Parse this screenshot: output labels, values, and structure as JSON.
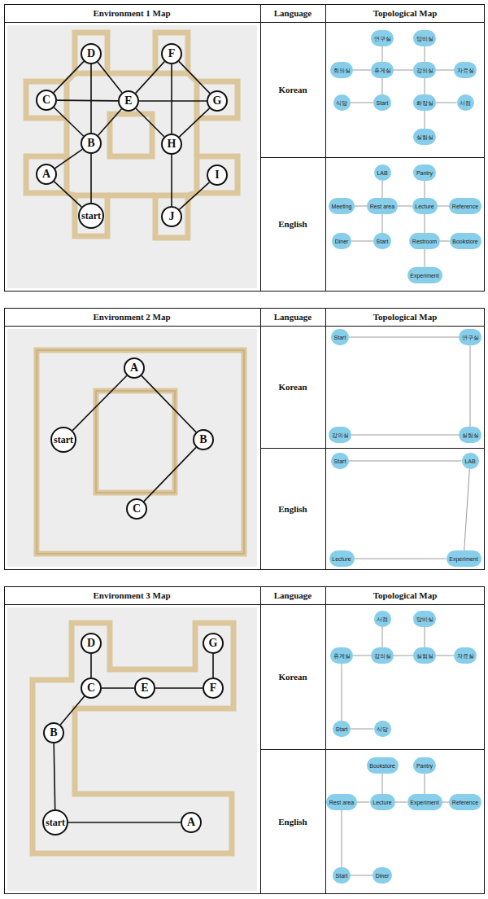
{
  "diagram": {
    "nodes": [
      {
        "text": [
          "D"
        ]
      },
      {
        "text": [
          "F"
        ]
      },
      {
        "text": [
          "C"
        ]
      },
      {
        "text": [
          "E"
        ]
      },
      {
        "text": [
          "G"
        ]
      },
      {
        "text": [
          "B"
        ]
      },
      {
        "text": [
          "H"
        ]
      },
      {
        "text": [
          "A"
        ]
      },
      {
        "text": [
          "I"
        ]
      },
      {
        "text": [
          "start"
        ]
      },
      {
        "text": [
          "J"
        ]
      },
      {
        "text": [
          "연구실"
        ]
      },
      {
        "text": [
          "탕비실"
        ]
      },
      {
        "text": [
          "회의실"
        ]
      },
      {
        "text": [
          "휴게실"
        ]
      },
      {
        "text": [
          "강의실"
        ]
      },
      {
        "text": [
          "자료실"
        ]
      },
      {
        "text": [
          "식당"
        ]
      },
      {
        "text": [
          "Start"
        ]
      },
      {
        "text": [
          "화장실"
        ]
      },
      {
        "text": [
          "서점"
        ]
      },
      {
        "text": [
          "실험실"
        ]
      },
      {
        "text": [
          "LAB"
        ]
      },
      {
        "text": [
          "Pantry"
        ]
      },
      {
        "text": [
          "Meeting"
        ]
      },
      {
        "text": [
          "Rest area"
        ]
      },
      {
        "text": [
          "Lecture"
        ]
      },
      {
        "text": [
          "Reference"
        ]
      },
      {
        "text": [
          "Diner"
        ]
      },
      {
        "text": [
          "Start"
        ]
      },
      {
        "text": [
          "Restroom"
        ]
      },
      {
        "text": [
          "Bookstore"
        ]
      },
      {
        "text": [
          "Experiment"
        ]
      },
      {
        "text": [
          "A"
        ]
      },
      {
        "text": [
          "start"
        ]
      },
      {
        "text": [
          "B"
        ]
      },
      {
        "text": [
          "C"
        ]
      },
      {
        "text": [
          "Start"
        ]
      },
      {
        "text": [
          "연구실"
        ]
      },
      {
        "text": [
          "강의실"
        ]
      },
      {
        "text": [
          "실험실"
        ]
      },
      {
        "text": [
          "Start"
        ]
      },
      {
        "text": [
          "LAB"
        ]
      },
      {
        "text": [
          "Lecture"
        ]
      },
      {
        "text": [
          "Experiment"
        ]
      },
      {
        "text": [
          "D"
        ]
      },
      {
        "text": [
          "G"
        ]
      },
      {
        "text": [
          "C"
        ]
      },
      {
        "text": [
          "E"
        ]
      },
      {
        "text": [
          "F"
        ]
      },
      {
        "text": [
          "B"
        ]
      },
      {
        "text": [
          "start"
        ]
      },
      {
        "text": [
          "A"
        ]
      },
      {
        "text": [
          "서점"
        ]
      },
      {
        "text": [
          "탕비실"
        ]
      },
      {
        "text": [
          "휴게실"
        ]
      },
      {
        "text": [
          "강의실"
        ]
      },
      {
        "text": [
          "실험실"
        ]
      },
      {
        "text": [
          "자료실"
        ]
      },
      {
        "text": [
          "Start"
        ]
      },
      {
        "text": [
          "식당"
        ]
      },
      {
        "text": [
          "Bookstore"
        ]
      },
      {
        "text": [
          "Pantry"
        ]
      },
      {
        "text": [
          "Rest area"
        ]
      },
      {
        "text": [
          "Lecture"
        ]
      },
      {
        "text": [
          "Experiment"
        ]
      },
      {
        "text": [
          "Reference"
        ]
      },
      {
        "text": [
          "Start"
        ]
      },
      {
        "text": [
          "Diner"
        ]
      }
    ],
    "edges": [
      {
        "from": 0,
        "to": 2,
        "arrow": "none"
      },
      {
        "from": 0,
        "to": 3,
        "arrow": "none"
      },
      {
        "from": 0,
        "to": 5,
        "arrow": "none"
      },
      {
        "from": 2,
        "to": 3,
        "arrow": "none"
      },
      {
        "from": 3,
        "to": 4,
        "arrow": "none"
      },
      {
        "from": 2,
        "to": 5,
        "arrow": "none"
      },
      {
        "from": 5,
        "to": 3,
        "arrow": "none"
      },
      {
        "from": 1,
        "to": 3,
        "arrow": "none"
      },
      {
        "from": 1,
        "to": 4,
        "arrow": "none"
      },
      {
        "from": 1,
        "to": 6,
        "arrow": "none"
      },
      {
        "from": 4,
        "to": 6,
        "arrow": "none"
      },
      {
        "from": 3,
        "to": 6,
        "arrow": "none"
      },
      {
        "from": 6,
        "to": 10,
        "arrow": "none"
      },
      {
        "from": 8,
        "to": 10,
        "arrow": "none"
      },
      {
        "from": 7,
        "to": 5,
        "arrow": "none"
      },
      {
        "from": 7,
        "to": 9,
        "arrow": "none"
      },
      {
        "from": 5,
        "to": 9,
        "arrow": "none"
      },
      {
        "from": 11,
        "to": 14,
        "arrow": "none"
      },
      {
        "from": 12,
        "to": 15,
        "arrow": "none"
      },
      {
        "from": 13,
        "to": 14,
        "arrow": "none"
      },
      {
        "from": 14,
        "to": 15,
        "arrow": "none"
      },
      {
        "from": 15,
        "to": 16,
        "arrow": "none"
      },
      {
        "from": 17,
        "to": 18,
        "arrow": "none"
      },
      {
        "from": 18,
        "to": 14,
        "arrow": "none"
      },
      {
        "from": 15,
        "to": 19,
        "arrow": "none"
      },
      {
        "from": 19,
        "to": 20,
        "arrow": "none"
      },
      {
        "from": 19,
        "to": 21,
        "arrow": "none"
      },
      {
        "from": 22,
        "to": 25,
        "arrow": "none"
      },
      {
        "from": 23,
        "to": 26,
        "arrow": "none"
      },
      {
        "from": 24,
        "to": 25,
        "arrow": "none"
      },
      {
        "from": 25,
        "to": 26,
        "arrow": "none"
      },
      {
        "from": 26,
        "to": 27,
        "arrow": "none"
      },
      {
        "from": 28,
        "to": 29,
        "arrow": "none"
      },
      {
        "from": 29,
        "to": 25,
        "arrow": "none"
      },
      {
        "from": 26,
        "to": 30,
        "arrow": "none"
      },
      {
        "from": 30,
        "to": 31,
        "arrow": "none"
      },
      {
        "from": 30,
        "to": 32,
        "arrow": "none"
      },
      {
        "from": 34,
        "to": 33,
        "arrow": "none"
      },
      {
        "from": 33,
        "to": 35,
        "arrow": "none"
      },
      {
        "from": 35,
        "to": 36,
        "arrow": "none"
      },
      {
        "from": 37,
        "to": 38,
        "arrow": "none"
      },
      {
        "from": 38,
        "to": 40,
        "arrow": "none"
      },
      {
        "from": 40,
        "to": 39,
        "arrow": "none"
      },
      {
        "from": 41,
        "to": 42,
        "arrow": "none"
      },
      {
        "from": 42,
        "to": 44,
        "arrow": "none"
      },
      {
        "from": 44,
        "to": 43,
        "arrow": "none"
      },
      {
        "from": 45,
        "to": 47,
        "arrow": "none"
      },
      {
        "from": 47,
        "to": 48,
        "arrow": "none"
      },
      {
        "from": 48,
        "to": 49,
        "arrow": "none"
      },
      {
        "from": 49,
        "to": 46,
        "arrow": "none"
      },
      {
        "from": 47,
        "to": 50,
        "arrow": "none"
      },
      {
        "from": 50,
        "to": 51,
        "arrow": "none"
      },
      {
        "from": 51,
        "to": 52,
        "arrow": "none"
      },
      {
        "from": 53,
        "to": 56,
        "arrow": "none"
      },
      {
        "from": 54,
        "to": 57,
        "arrow": "none"
      },
      {
        "from": 55,
        "to": 56,
        "arrow": "none"
      },
      {
        "from": 56,
        "to": 57,
        "arrow": "none"
      },
      {
        "from": 57,
        "to": 58,
        "arrow": "none"
      },
      {
        "from": 55,
        "to": 59,
        "arrow": "none"
      },
      {
        "from": 59,
        "to": 60,
        "arrow": "none"
      },
      {
        "from": 61,
        "to": 64,
        "arrow": "none"
      },
      {
        "from": 62,
        "to": 65,
        "arrow": "none"
      },
      {
        "from": 63,
        "to": 64,
        "arrow": "none"
      },
      {
        "from": 64,
        "to": 65,
        "arrow": "none"
      },
      {
        "from": 65,
        "to": 66,
        "arrow": "none"
      },
      {
        "from": 63,
        "to": 67,
        "arrow": "none"
      },
      {
        "from": 67,
        "to": 68,
        "arrow": "none"
      }
    ],
    "labels": [
      "Environment 1 Map",
      "Language",
      "Topological Map",
      "Korean",
      "English",
      "Environment 2 Map",
      "Language",
      "Topological Map",
      "Korean",
      "English",
      "Environment 3 Map",
      "Language",
      "Topological Map",
      "Korean",
      "English"
    ]
  }
}
